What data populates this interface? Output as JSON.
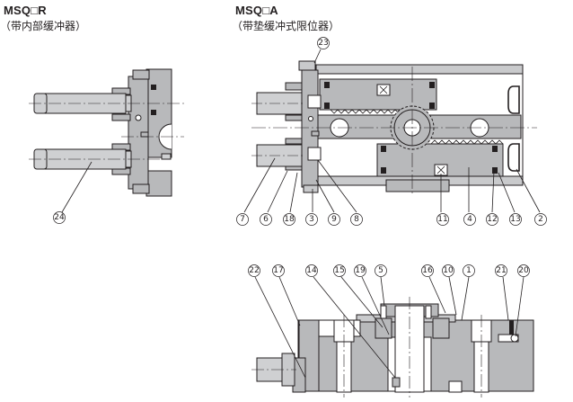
{
  "diagrams": [
    {
      "id": "msqr",
      "title": "MSQ□R",
      "subtitle": "（带内部缓冲器）",
      "callouts": [
        "24"
      ]
    },
    {
      "id": "msqa",
      "title": "MSQ□A",
      "subtitle": "（带垫缓冲式限位器）",
      "callouts_top": [
        "23"
      ],
      "callouts_bottom": [
        "7",
        "6",
        "18",
        "3",
        "9",
        "8",
        "11",
        "4",
        "12",
        "13",
        "2"
      ]
    },
    {
      "id": "msqa-section",
      "callouts_top": [
        "22",
        "17",
        "14",
        "15",
        "19",
        "5",
        "16",
        "10",
        "1",
        "21",
        "20"
      ]
    }
  ],
  "colors": {
    "body_fill": "#b8b9bb",
    "body_fill_light": "#c9cacc",
    "outline": "#231f20",
    "background": "#ffffff"
  }
}
